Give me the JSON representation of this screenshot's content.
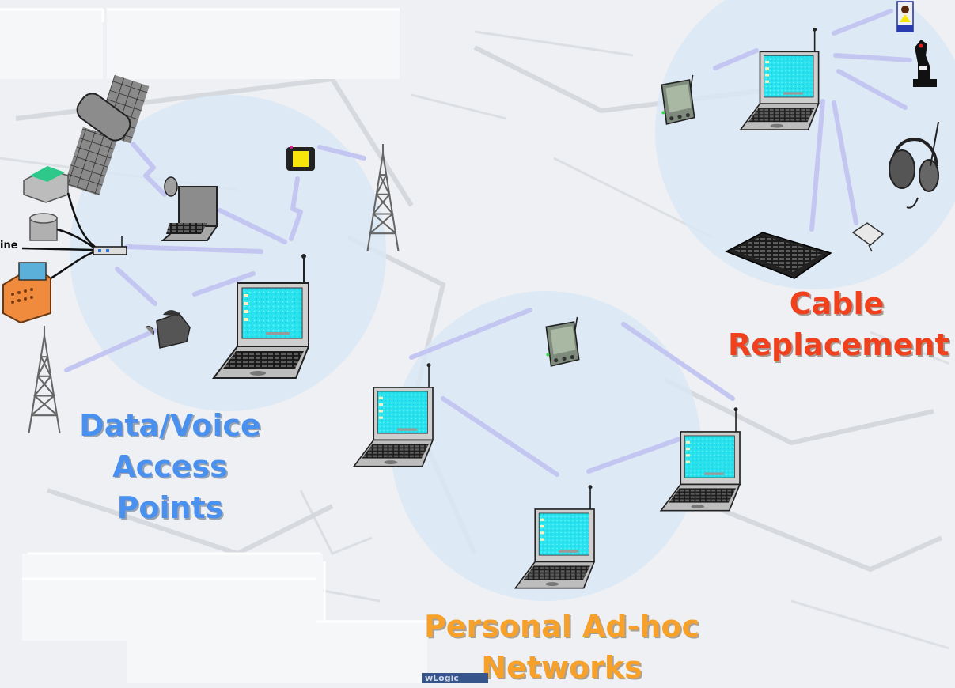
{
  "labels": {
    "data_voice": [
      "Data/Voice",
      "Access",
      "Points"
    ],
    "cable": [
      "Cable",
      "Replacement"
    ],
    "personal": [
      "Personal Ad-hoc",
      "Networks"
    ],
    "line_tag": "ine",
    "corner_tag": "wLogic"
  },
  "colors": {
    "data_voice": "#4a90ee",
    "cable": "#f0401c",
    "personal": "#f7a12a",
    "zone_fill": "#d9e8f5",
    "arrow": "#c4c6f2",
    "screen": "#22e4ee"
  },
  "icons": [
    "satellite-icon",
    "printer-icon",
    "database-icon",
    "cash-register-icon",
    "access-point-icon",
    "cell-tower-icon",
    "satellite-dish-laptop-icon",
    "pager-icon",
    "cordless-phone-icon",
    "laptop-icon",
    "pda-icon",
    "joystick-icon",
    "headset-icon",
    "keyboard-icon",
    "mouse-icon",
    "phone-user-icon"
  ]
}
